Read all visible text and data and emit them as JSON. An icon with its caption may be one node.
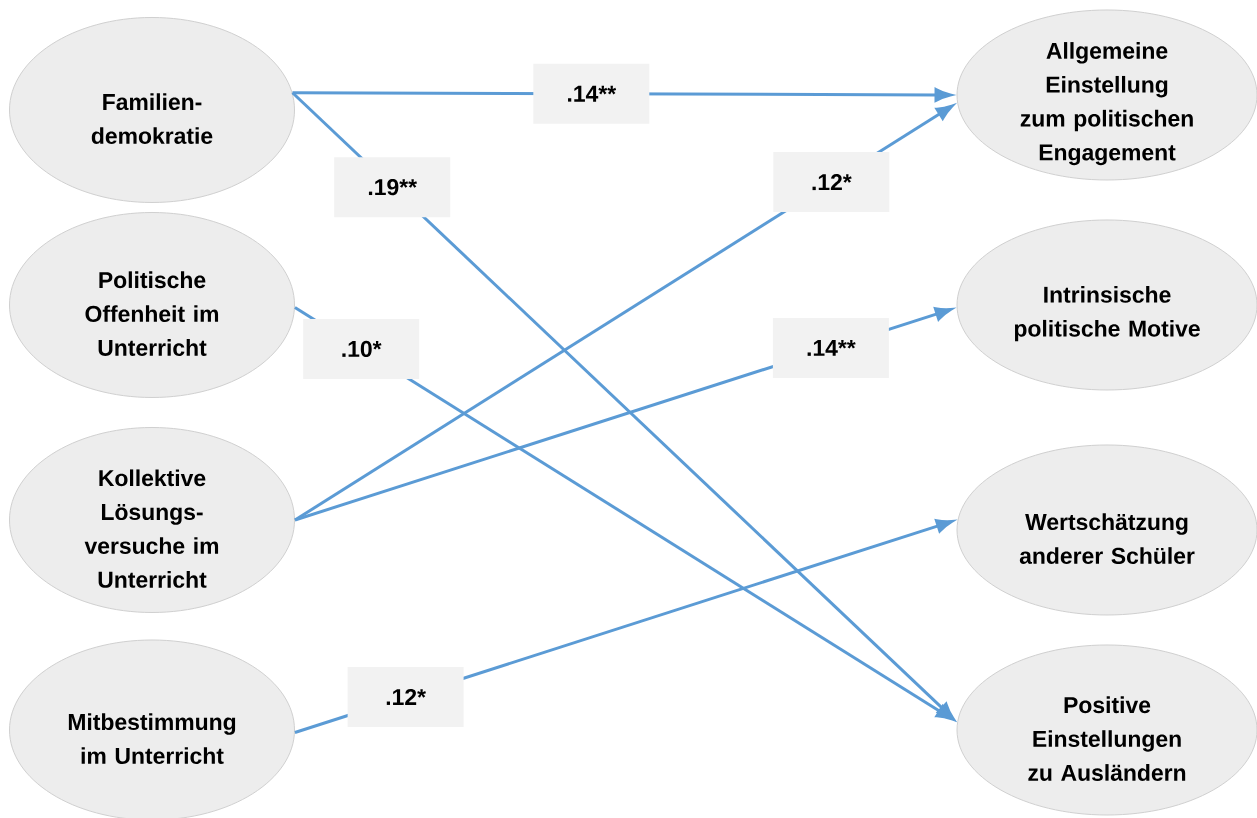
{
  "diagram": {
    "nodes": [
      {
        "text": [
          "Familien- demokratie"
        ]
      },
      {
        "text": [
          "Politische Offenheit im Unterricht"
        ]
      },
      {
        "text": [
          "Kollektive Lösungs- versuche im Unterricht"
        ]
      },
      {
        "text": [
          "Mitbestimmung im Unterricht"
        ]
      },
      {
        "text": [
          "Allgemeine Einstellung zum politischen Engagement"
        ]
      },
      {
        "text": [
          "Intrinsische politische Motive"
        ]
      },
      {
        "text": [
          "Wertschätzung anderer Schüler"
        ]
      },
      {
        "text": [
          "Positive Einstellungen zu Ausländern"
        ]
      }
    ],
    "edges": [
      {
        "from": 0,
        "to": 4,
        "arrow": "to",
        "label": ".14**"
      },
      {
        "from": 0,
        "to": 7,
        "arrow": "to",
        "label": ".19**"
      },
      {
        "from": 2,
        "to": 4,
        "arrow": "to",
        "label": ".12*"
      },
      {
        "from": 2,
        "to": 5,
        "arrow": "to",
        "label": ".14**"
      },
      {
        "from": 1,
        "to": 7,
        "arrow": "to",
        "label": ".10*"
      },
      {
        "from": 3,
        "to": 6,
        "arrow": "to",
        "label": ".12*"
      }
    ]
  }
}
